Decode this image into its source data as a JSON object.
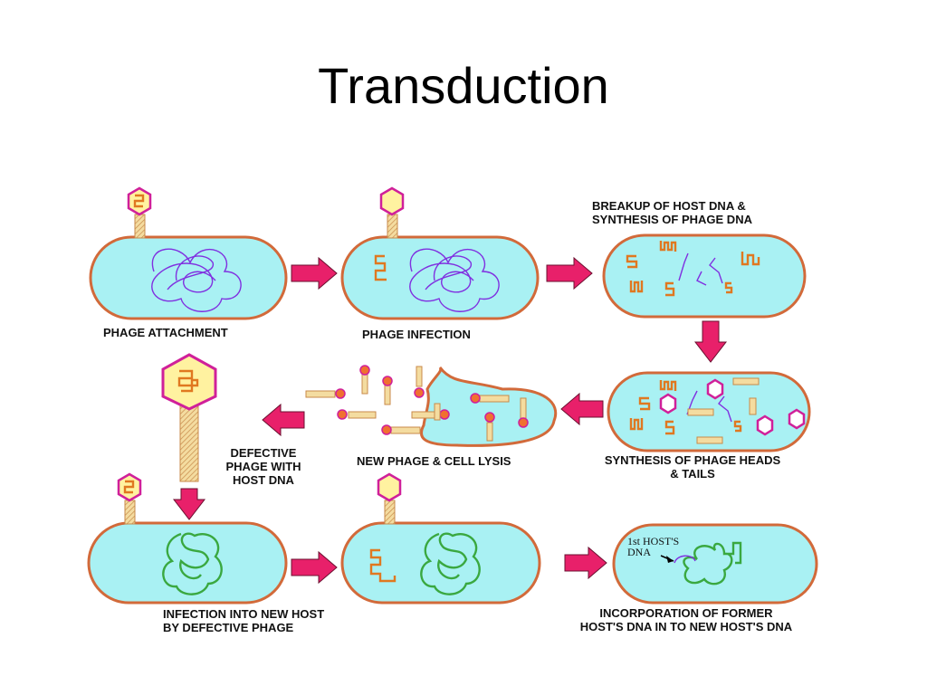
{
  "title": "Transduction",
  "labels": {
    "phage_attachment": "PHAGE ATTACHMENT",
    "phage_infection": "PHAGE INFECTION",
    "breakup": "BREAKUP OF HOST DNA &\nSYNTHESIS OF PHAGE DNA",
    "synthesis_heads_tails": "SYNTHESIS OF PHAGE HEADS\n& TAILS",
    "new_phage_lysis": "NEW PHAGE & CELL LYSIS",
    "defective_phage": "DEFECTIVE\nPHAGE WITH\nHOST DNA",
    "infection_new_host": "INFECTION INTO NEW HOST\nBY DEFECTIVE PHAGE",
    "incorporation": "INCORPORATION OF FORMER\nHOST'S DNA IN TO NEW HOST'S DNA",
    "first_host_dna": "1st HOST'S\nDNA"
  },
  "colors": {
    "cell_fill": "#a9f1f3",
    "cell_border": "#d26a3a",
    "arrow": "#e8206a",
    "phage_head_fill": "#fff2a0",
    "phage_head_border": "#d0209a",
    "host_dna": "#8030e0",
    "phage_dna": "#e07820",
    "new_host_dna": "#3aa840"
  }
}
